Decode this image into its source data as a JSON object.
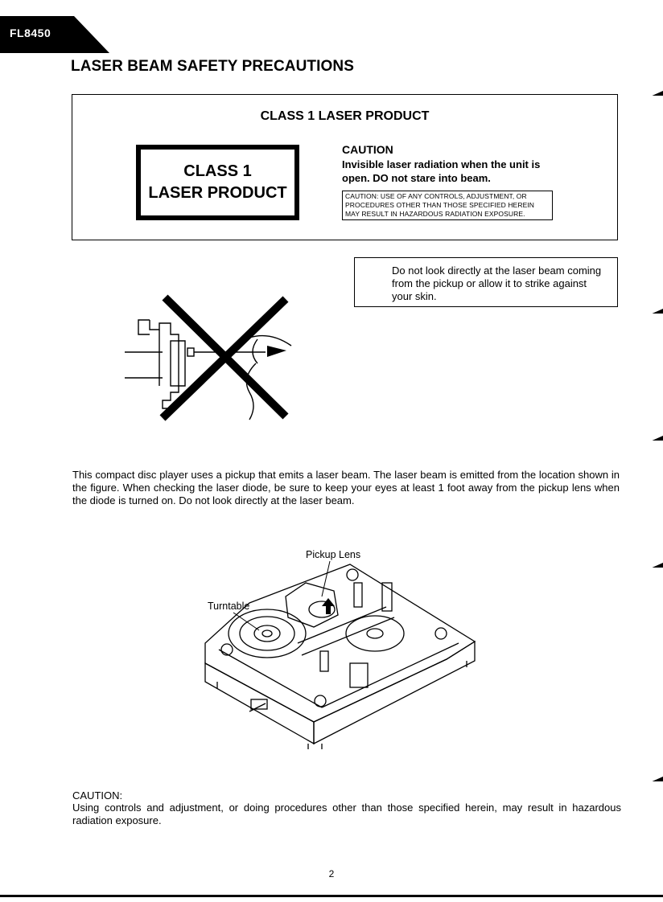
{
  "header": {
    "model": "FL8450",
    "title": "LASER BEAM SAFETY PRECAUTIONS"
  },
  "label_panel": {
    "heading": "CLASS 1 LASER PRODUCT",
    "label_line1": "CLASS 1",
    "label_line2": "LASER PRODUCT",
    "caution_heading": "CAUTION",
    "caution_text": "Invisible laser radiation when the unit is open. DO not stare into beam.",
    "warning_small": "CAUTION: USE OF ANY CONTROLS, ADJUSTMENT, OR PROCEDURES OTHER THAN THOSE SPECIFIED HEREIN MAY RESULT IN HAZARDOUS RADIATION EXPOSURE."
  },
  "callout": {
    "text": "Do not look directly at the laser beam coming from the pickup or allow it to strike against your skin."
  },
  "body": {
    "paragraph": "This compact disc player uses a pickup that emits a laser beam. The laser beam is emitted from the location shown in the figure. When checking the laser diode, be sure to keep your eyes at least 1 foot away from the pickup lens when the diode is turned on. Do not look directly at the laser beam."
  },
  "figure": {
    "label_pickup": "Pickup Lens",
    "label_turntable": "Turntable"
  },
  "footer_caution": {
    "heading": "CAUTION:",
    "text": "Using controls and adjustment, or doing procedures other than those specified herein, may result in hazardous radiation exposure."
  },
  "page_number": "2"
}
